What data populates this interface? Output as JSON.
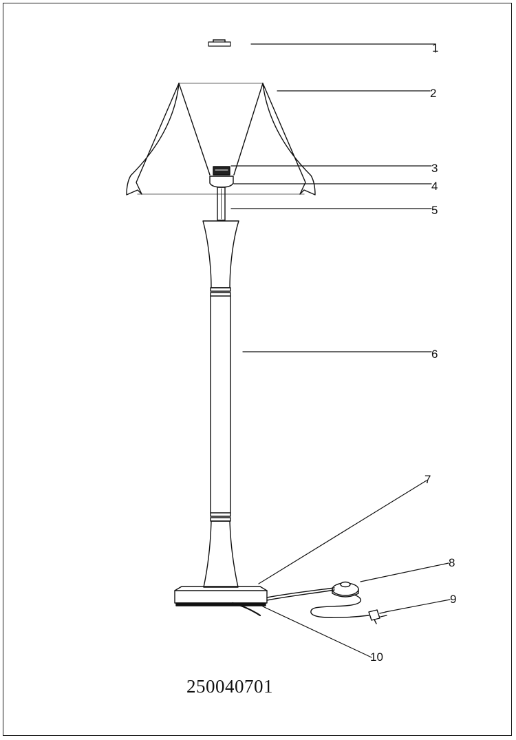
{
  "diagram": {
    "model_number": "250040701",
    "callouts": [
      "1",
      "2",
      "3",
      "4",
      "5",
      "6",
      "7",
      "8",
      "9",
      "10"
    ],
    "line_color": "#111111",
    "shade_edge_color": "#9a9a9a"
  }
}
